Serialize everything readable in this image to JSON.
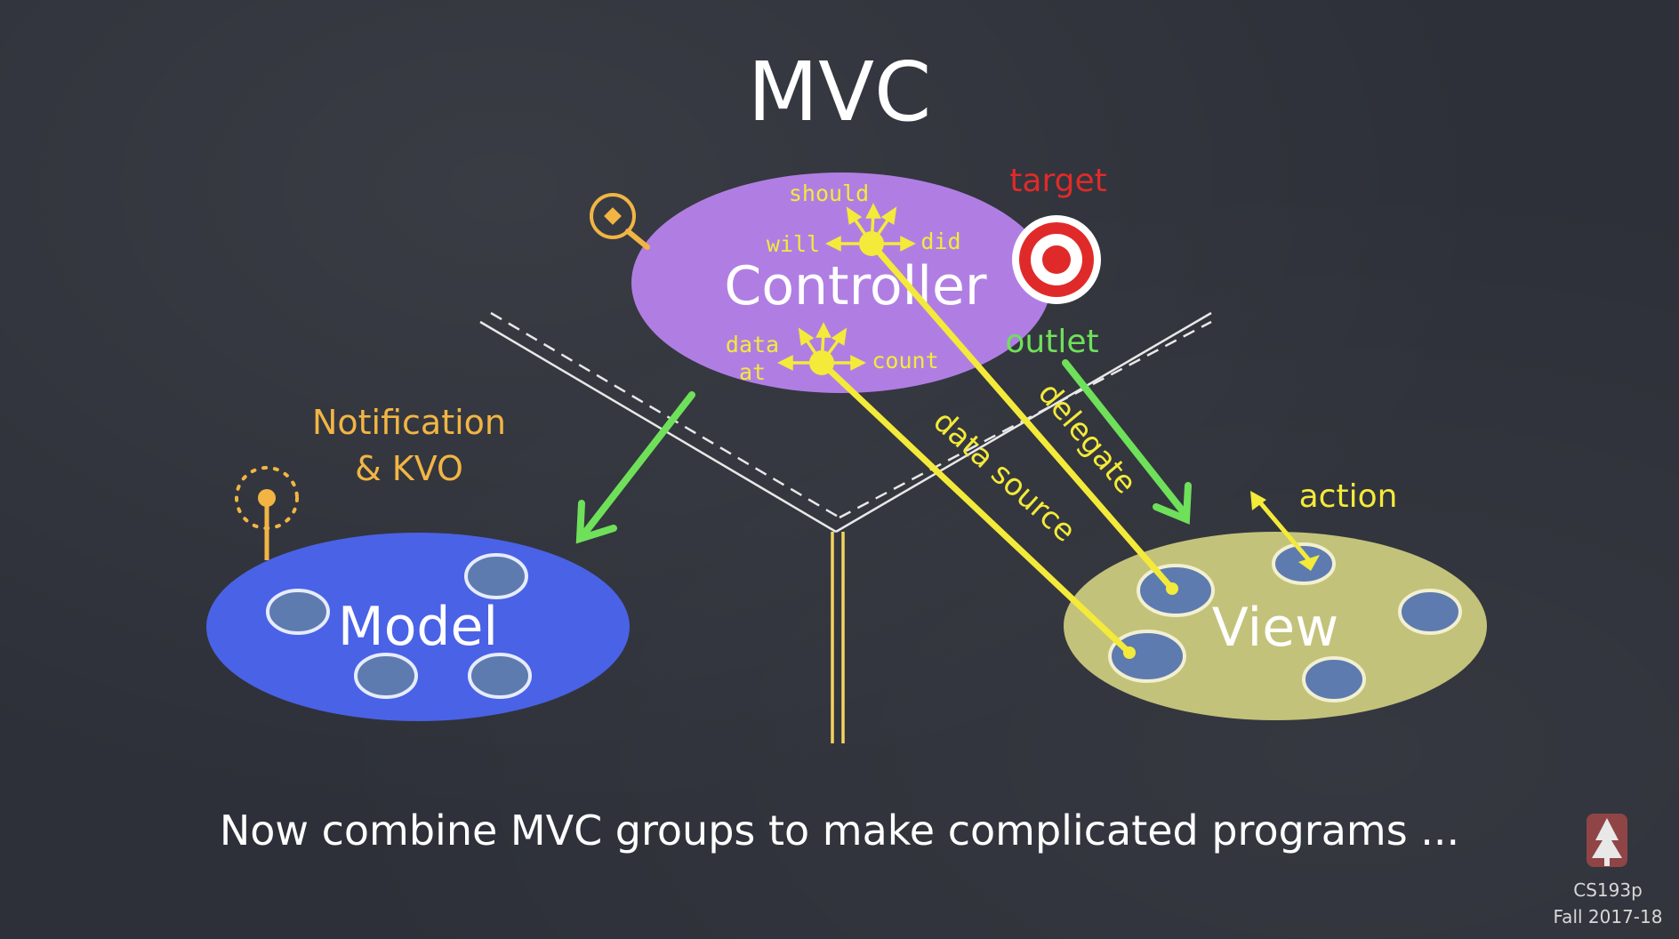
{
  "slide": {
    "title": "MVC",
    "footer": "Now combine MVC groups to make complicated programs ...",
    "course": "CS193p",
    "term": "Fall 2017-18"
  },
  "controller": {
    "label": "Controller",
    "should": "should",
    "will": "will",
    "did": "did",
    "data_at_1": "data",
    "data_at_2": "at",
    "count": "count"
  },
  "labels": {
    "target": "target",
    "outlet": "outlet",
    "delegate": "delegate",
    "data_source": "data source",
    "action": "action",
    "notification_1": "Notification",
    "notification_2": "& KVO"
  },
  "model": {
    "label": "Model"
  },
  "view": {
    "label": "View"
  },
  "colors": {
    "controller": "#b07ee3",
    "model": "#4a62e6",
    "view": "#c3c27a",
    "yellow": "#f4ea3a",
    "green": "#6fe05a",
    "orange": "#f2b544",
    "red": "#e02a2a",
    "blob": "#5e7bb0"
  }
}
